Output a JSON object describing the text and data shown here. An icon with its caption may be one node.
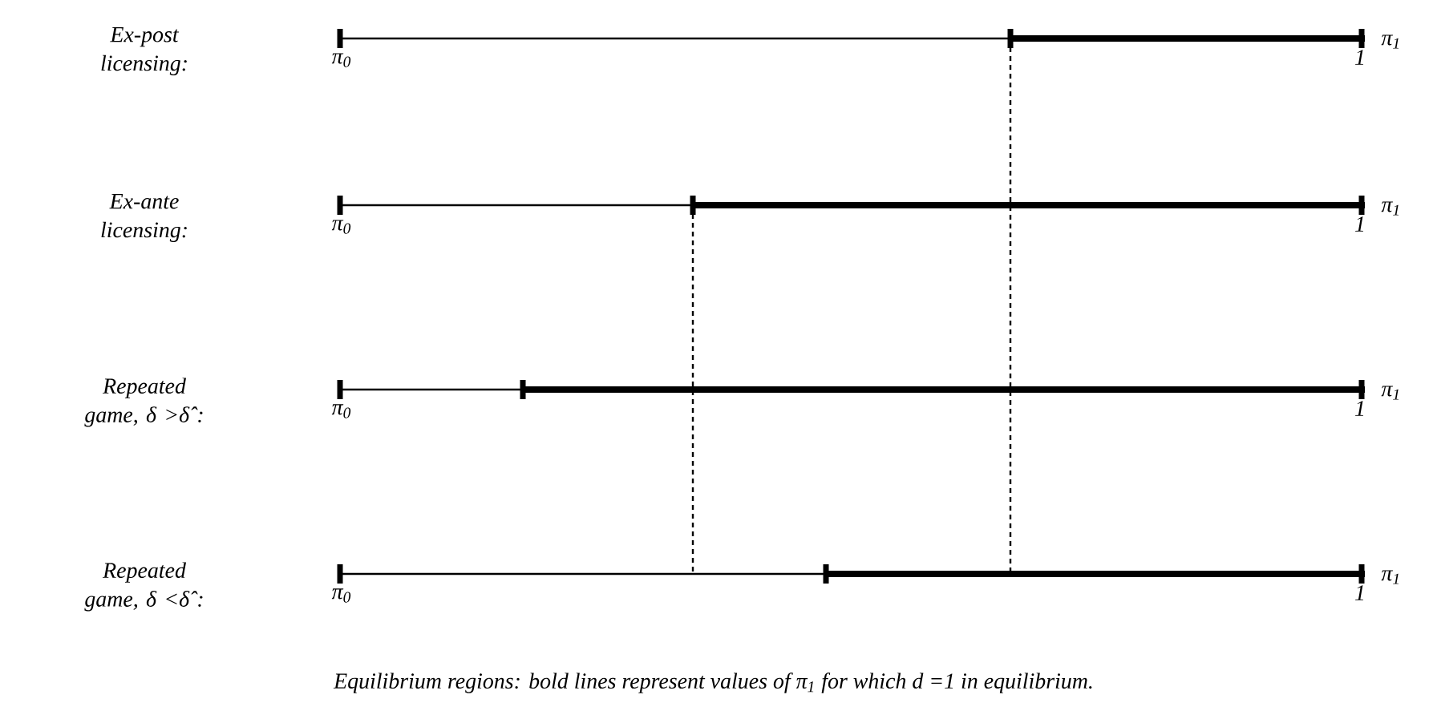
{
  "diagram": {
    "caption": "Equilibrium regions: bold lines represent values of π$_{1}$ for which d =1 in equilibrium.",
    "labels": [
      "Ex-post licensing:",
      "π$_{0}$",
      "1",
      "π$_{1}$",
      "Ex-ante licensing:",
      "π$_{0}$",
      "1",
      "π$_{1}$",
      "Repeated game, δ >δ̂ :",
      "π$_{0}$",
      "1",
      "π$_{1}$",
      "Repeated game, δ <δ̂ :",
      "π$_{0}$",
      "1",
      "π$_{1}$"
    ]
  }
}
